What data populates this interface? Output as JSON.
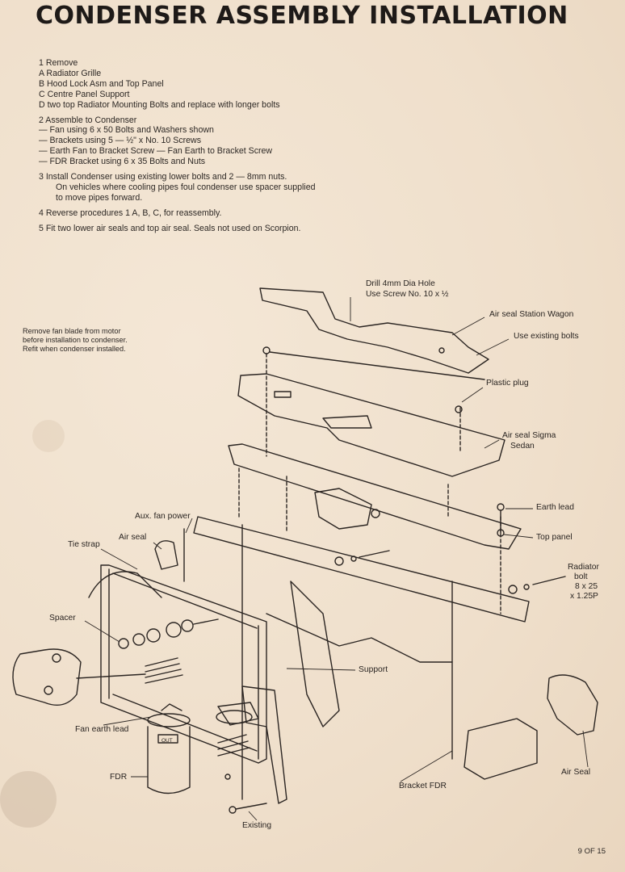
{
  "title": "CONDENSER ASSEMBLY INSTALLATION",
  "steps": [
    {
      "text": "1   Remove",
      "indent": false
    },
    {
      "text": "A Radiator Grille",
      "indent": false
    },
    {
      "text": "B Hood Lock Asm and Top Panel",
      "indent": false
    },
    {
      "text": "C Centre Panel Support",
      "indent": false
    },
    {
      "text": "D two top Radiator Mounting Bolts and replace with longer bolts",
      "indent": false
    },
    {
      "text": "2   Assemble to Condenser",
      "indent": false,
      "gap": true
    },
    {
      "text": "— Fan using 6 x 50 Bolts and Washers shown",
      "indent": false
    },
    {
      "text": "— Brackets using 5 — ½\" x No. 10 Screws",
      "indent": false
    },
    {
      "text": "— Earth Fan to Bracket Screw — Fan Earth to Bracket Screw",
      "indent": false
    },
    {
      "text": "— FDR Bracket using 6 x 35 Bolts and Nuts",
      "indent": false
    },
    {
      "text": "3   Install Condenser using existing lower bolts and 2 — 8mm nuts.",
      "indent": false,
      "gap": true
    },
    {
      "text": "On vehicles where cooling pipes foul condenser use spacer supplied",
      "indent": true
    },
    {
      "text": "to move pipes forward.",
      "indent": true
    },
    {
      "text": "4   Reverse procedures 1 A, B, C, for reassembly.",
      "indent": false,
      "gap": true
    },
    {
      "text": "5   Fit two lower air seals and top air seal. Seals not used on Scorpion.",
      "indent": false,
      "gap": true
    }
  ],
  "note": [
    "Remove fan blade from motor",
    "before installation to condenser.",
    "Refit when condenser installed."
  ],
  "labels": {
    "drill": "Drill 4mm Dia Hole",
    "use_screw": "Use Screw No. 10 x ½",
    "air_seal_wagon": "Air seal Station Wagon",
    "use_existing": "Use existing bolts",
    "plastic_plug": "Plastic plug",
    "air_seal_sigma": "Air seal Sigma",
    "sedan": "Sedan",
    "aux_fan": "Aux. fan power",
    "earth_lead": "Earth lead",
    "air_seal": "Air seal",
    "tie_strap": "Tie strap",
    "top_panel": "Top panel",
    "radiator": "Radiator",
    "bolt": "bolt",
    "bolt_size1": "8 x 25",
    "bolt_size2": "x 1.25P",
    "spacer": "Spacer",
    "support": "Support",
    "fan_earth_lead": "Fan earth lead",
    "fdr": "FDR",
    "bracket_fdr": "Bracket FDR",
    "air_seal_bottom": "Air Seal",
    "existing": "Existing",
    "out": "OUT"
  },
  "page_number": "9 OF 15"
}
